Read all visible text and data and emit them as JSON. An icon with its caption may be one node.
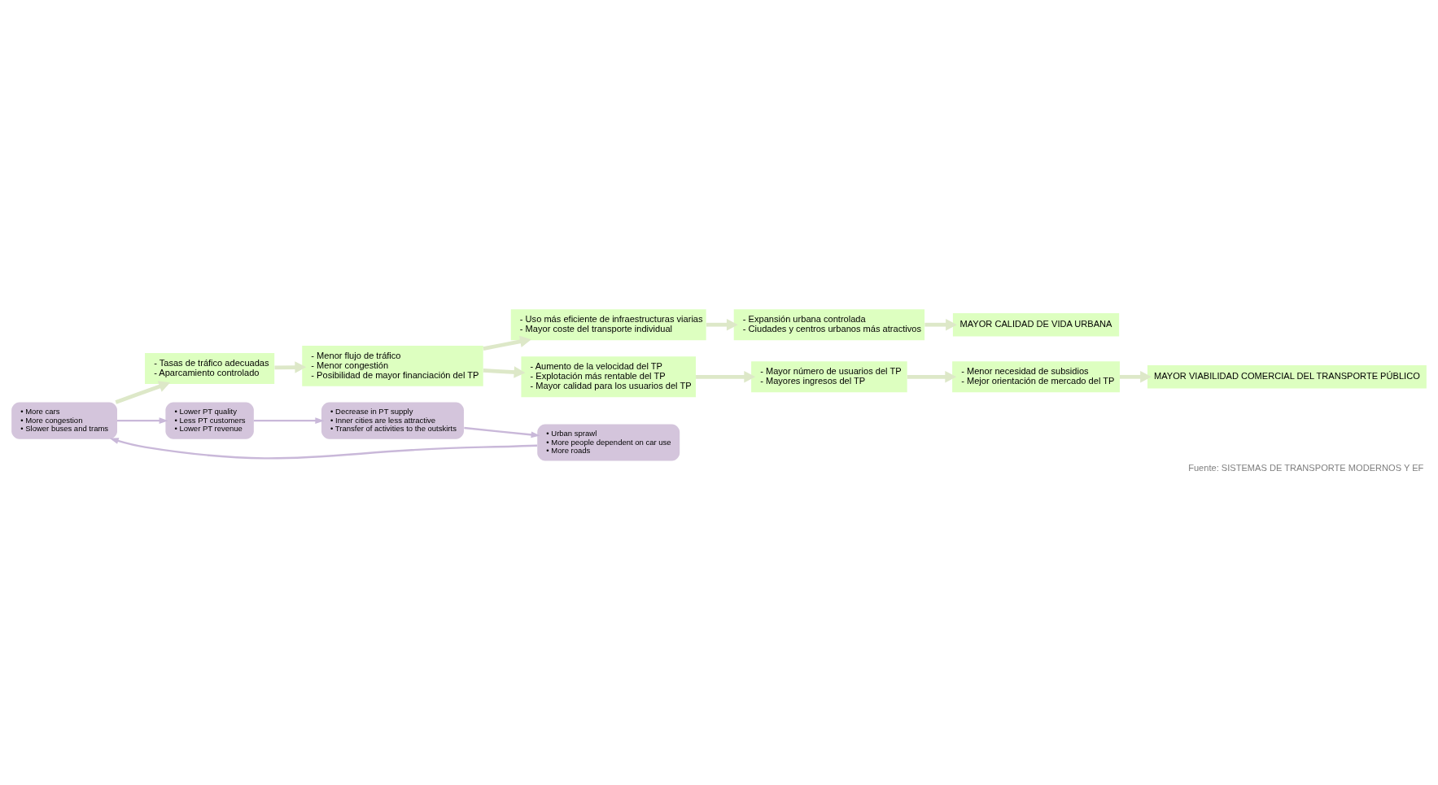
{
  "diagram": {
    "caption": "Fuente: SISTEMAS DE TRANSPORTE MODERNOS Y EF",
    "nodes": [
      {
        "text": [
          "• More cars",
          "• More congestion",
          "• Slower buses and trams"
        ]
      },
      {
        "text": [
          "- Tasas de tráfico adecuadas",
          "- Aparcamiento controlado"
        ]
      },
      {
        "text": [
          "• Lower PT quality",
          "• Less PT customers",
          "• Lower PT revenue"
        ]
      },
      {
        "text": [
          "• Urban sprawl",
          "• More people dependent on car use",
          "• More roads"
        ]
      },
      {
        "text": [
          "MAYOR CALIDAD DE VIDA URBANA"
        ]
      },
      {
        "text": [
          "MAYOR VIABILIDAD COMERCIAL DEL TRANSPORTE PÚBLICO"
        ]
      },
      {
        "text": [
          "- Menor flujo de tráfico",
          "- Menor congestión",
          "- Posibilidad de mayor financiación del TP"
        ]
      },
      {
        "text": [
          "• Decrease in PT supply",
          "• Inner cities are less attractive",
          "• Transfer of activities to the outskirts"
        ]
      },
      {
        "text": [
          "- Expansión urbana controlada",
          "- Ciudades y centros urbanos más atractivos"
        ]
      },
      {
        "text": [
          "- Uso más eficiente de infraestructuras viarias",
          "- Mayor coste del transporte individual"
        ]
      },
      {
        "text": [
          "- Aumento de la velocidad del TP",
          "- Explotación más rentable del TP",
          "- Mayor calidad para los usuarios del TP"
        ]
      },
      {
        "text": [
          "- Menor necesidad de subsidios",
          "- Mejor orientación de mercado del TP"
        ]
      },
      {
        "text": [
          "- Mayor número de usuarios del TP",
          "- Mayores ingresos del TP"
        ]
      }
    ],
    "edges": [
      {
        "from": 0,
        "to": 2,
        "arrow": "to",
        "color": "#c9b8d9"
      },
      {
        "from": 2,
        "to": 7,
        "arrow": "to",
        "color": "#c9b8d9"
      },
      {
        "from": 7,
        "to": 3,
        "arrow": "to",
        "color": "#c9b8d9"
      },
      {
        "from": 3,
        "to": 0,
        "arrow": "to",
        "color": "#c9b8d9"
      },
      {
        "from": 0,
        "to": 1,
        "arrow": "to"
      },
      {
        "from": 1,
        "to": 6,
        "arrow": "to"
      },
      {
        "from": 6,
        "to": 10,
        "arrow": "to"
      },
      {
        "from": 6,
        "to": 9,
        "arrow": "to"
      },
      {
        "from": 10,
        "to": 12,
        "arrow": "to"
      },
      {
        "from": 9,
        "to": 8,
        "arrow": "to"
      },
      {
        "from": 12,
        "to": 11,
        "arrow": "to"
      },
      {
        "from": 8,
        "to": 4,
        "arrow": "to"
      },
      {
        "from": 11,
        "to": 5,
        "arrow": "to"
      }
    ]
  }
}
